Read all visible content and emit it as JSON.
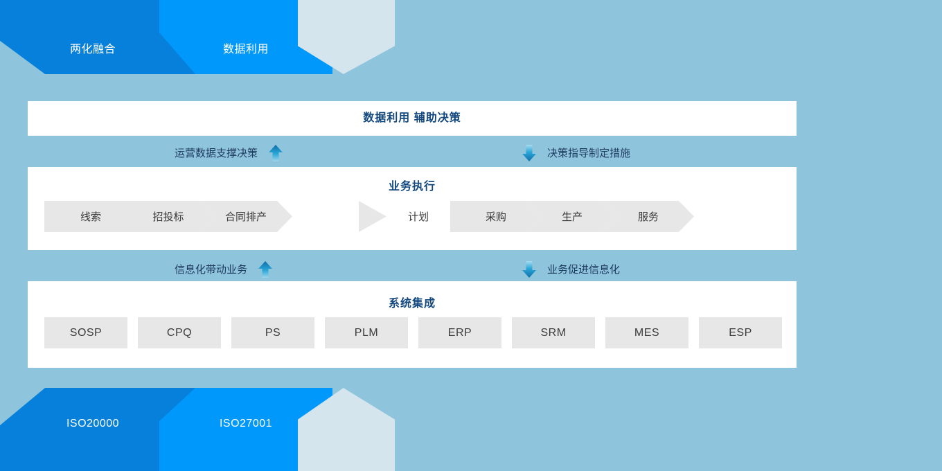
{
  "theme": {
    "background": "#8fc4dd",
    "panel_bg": "#ffffff",
    "title_color": "#13487f",
    "tile_bg": "#e7e7e7",
    "banner_dark_blue": "#0680db",
    "banner_blue": "#0098fa",
    "banner_pale": "#d4e5ee",
    "arrow_color": "#1b8ec4"
  },
  "top_banner": {
    "items": [
      {
        "label": "两化融合",
        "shape": "chevron-dark",
        "color": "#0680db"
      },
      {
        "label": "数据利用",
        "shape": "chevron-blue",
        "color": "#0098fa"
      },
      {
        "label": "",
        "shape": "pentagon-pale",
        "color": "#d4e5ee"
      }
    ]
  },
  "bottom_banner": {
    "items": [
      {
        "label": "ISO20000",
        "shape": "chevron-dark",
        "color": "#0680db"
      },
      {
        "label": "ISO27001",
        "shape": "chevron-blue",
        "color": "#0098fa"
      },
      {
        "label": "",
        "shape": "pentagon-pale",
        "color": "#d4e5ee"
      }
    ]
  },
  "decision_panel": {
    "title": "数据利用 辅助决策"
  },
  "connector_top": {
    "left": {
      "label": "运营数据支撑决策",
      "icon": "arrow-up-icon",
      "direction": "up"
    },
    "right": {
      "label": "决策指导制定措施",
      "icon": "arrow-down-icon",
      "direction": "down"
    }
  },
  "business_panel": {
    "title": "业务执行",
    "left_flow": [
      {
        "label": "线索"
      },
      {
        "label": "招投标"
      },
      {
        "label": "合同排产"
      }
    ],
    "right_flow": [
      {
        "label": "计划"
      },
      {
        "label": "采购"
      },
      {
        "label": "生产"
      },
      {
        "label": "服务"
      }
    ]
  },
  "connector_bottom": {
    "left": {
      "label": "信息化带动业务",
      "icon": "arrow-up-icon",
      "direction": "up"
    },
    "right": {
      "label": "业务促进信息化",
      "icon": "arrow-down-icon",
      "direction": "down"
    }
  },
  "systems_panel": {
    "title": "系统集成",
    "systems": [
      {
        "label": "SOSP"
      },
      {
        "label": "CPQ"
      },
      {
        "label": "PS"
      },
      {
        "label": "PLM"
      },
      {
        "label": "ERP"
      },
      {
        "label": "SRM"
      },
      {
        "label": "MES"
      },
      {
        "label": "ESP"
      }
    ]
  }
}
